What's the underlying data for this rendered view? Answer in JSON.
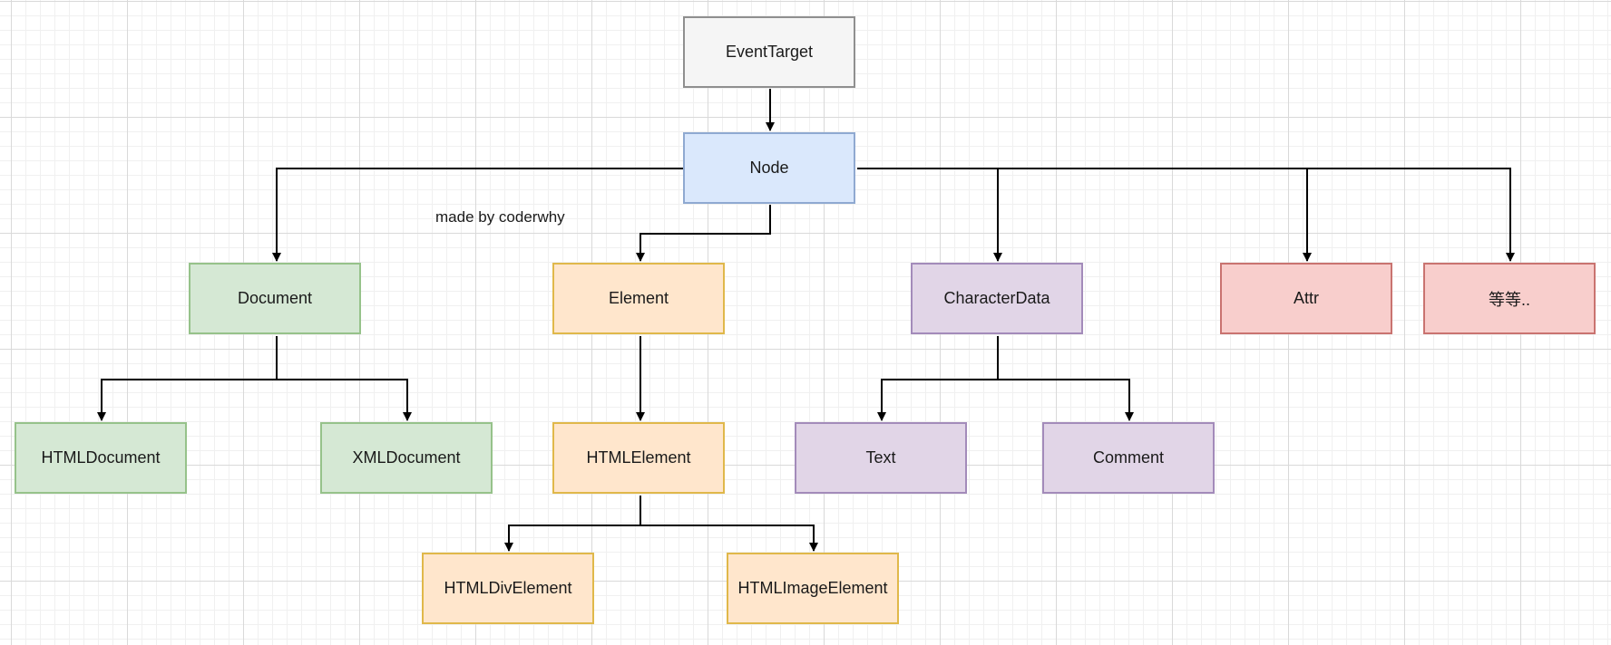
{
  "note": "made by coderwhy",
  "colors": {
    "gray": {
      "fill": "#f5f5f5",
      "stroke": "#8f8f8f"
    },
    "blue": {
      "fill": "#dae8fc",
      "stroke": "#8fa9d1"
    },
    "green": {
      "fill": "#d5e8d4",
      "stroke": "#96c28a"
    },
    "orange": {
      "fill": "#ffe6cc",
      "stroke": "#e0b84a"
    },
    "purple": {
      "fill": "#e1d5e7",
      "stroke": "#a38bba"
    },
    "red": {
      "fill": "#f8cecc",
      "stroke": "#c97370"
    },
    "edge": "#000000"
  },
  "nodes": {
    "eventtarget": {
      "label": "EventTarget",
      "color": "gray"
    },
    "node": {
      "label": "Node",
      "color": "blue"
    },
    "document": {
      "label": "Document",
      "color": "green"
    },
    "element": {
      "label": "Element",
      "color": "orange"
    },
    "characterdata": {
      "label": "CharacterData",
      "color": "purple"
    },
    "attr": {
      "label": "Attr",
      "color": "red"
    },
    "etc": {
      "label": "等等..",
      "color": "red"
    },
    "htmldocument": {
      "label": "HTMLDocument",
      "color": "green"
    },
    "xmldocument": {
      "label": "XMLDocument",
      "color": "green"
    },
    "htmlelement": {
      "label": "HTMLElement",
      "color": "orange"
    },
    "text": {
      "label": "Text",
      "color": "purple"
    },
    "comment": {
      "label": "Comment",
      "color": "purple"
    },
    "htmldivelement": {
      "label": "HTMLDivElement",
      "color": "orange"
    },
    "htmlimageelement": {
      "label": "HTMLImageElement",
      "color": "orange"
    }
  },
  "edges": [
    {
      "from": "eventtarget",
      "to": "node"
    },
    {
      "from": "node",
      "to": "document"
    },
    {
      "from": "node",
      "to": "element"
    },
    {
      "from": "node",
      "to": "characterdata"
    },
    {
      "from": "node",
      "to": "attr"
    },
    {
      "from": "node",
      "to": "etc"
    },
    {
      "from": "document",
      "to": "htmldocument"
    },
    {
      "from": "document",
      "to": "xmldocument"
    },
    {
      "from": "element",
      "to": "htmlelement"
    },
    {
      "from": "characterdata",
      "to": "text"
    },
    {
      "from": "characterdata",
      "to": "comment"
    },
    {
      "from": "htmlelement",
      "to": "htmldivelement"
    },
    {
      "from": "htmlelement",
      "to": "htmlimageelement"
    }
  ]
}
